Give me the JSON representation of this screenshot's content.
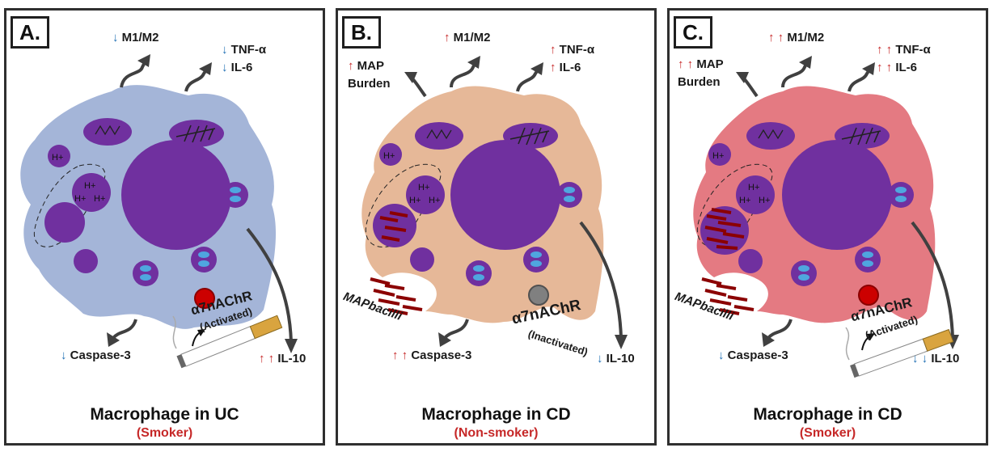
{
  "arrow_up": "↑",
  "arrow_down": "↓",
  "colors": {
    "cell_A": "#a4b5d8",
    "cell_B": "#e6b898",
    "cell_C": "#e47a82",
    "organelle": "#70309f",
    "up_arrow": "#c62828",
    "down_arrow": "#1f6fb4"
  },
  "organelle_labels": {
    "proton": "H+"
  },
  "panels": [
    {
      "letter": "A.",
      "m1m2": "M1/M2",
      "tnf": "TNF-α",
      "il6": "IL-6",
      "caspase": "Caspase-3",
      "il10": "IL-10",
      "receptor": "α7nAChR",
      "receptor_state": "(Activated)",
      "title": "Macrophage in UC",
      "subtitle": "(Smoker)"
    },
    {
      "letter": "B.",
      "map": "MAP",
      "burden": "Burden",
      "m1m2": "M1/M2",
      "tnf": "TNF-α",
      "il6": "IL-6",
      "caspase": "Caspase-3",
      "il10": "IL-10",
      "map_bacilli": "MAPbacilli",
      "receptor": "α7nAChR",
      "receptor_state": "(Inactivated)",
      "title": "Macrophage in CD",
      "subtitle": "(Non-smoker)"
    },
    {
      "letter": "C.",
      "map": "MAP",
      "burden": "Burden",
      "m1m2": "M1/M2",
      "tnf": "TNF-α",
      "il6": "IL-6",
      "caspase": "Caspase-3",
      "il10": "IL-10",
      "map_bacilli": "MAPbacilli",
      "receptor": "α7nAChR",
      "receptor_state": "(Activated)",
      "title": "Macrophage in CD",
      "subtitle": "(Smoker)"
    }
  ]
}
